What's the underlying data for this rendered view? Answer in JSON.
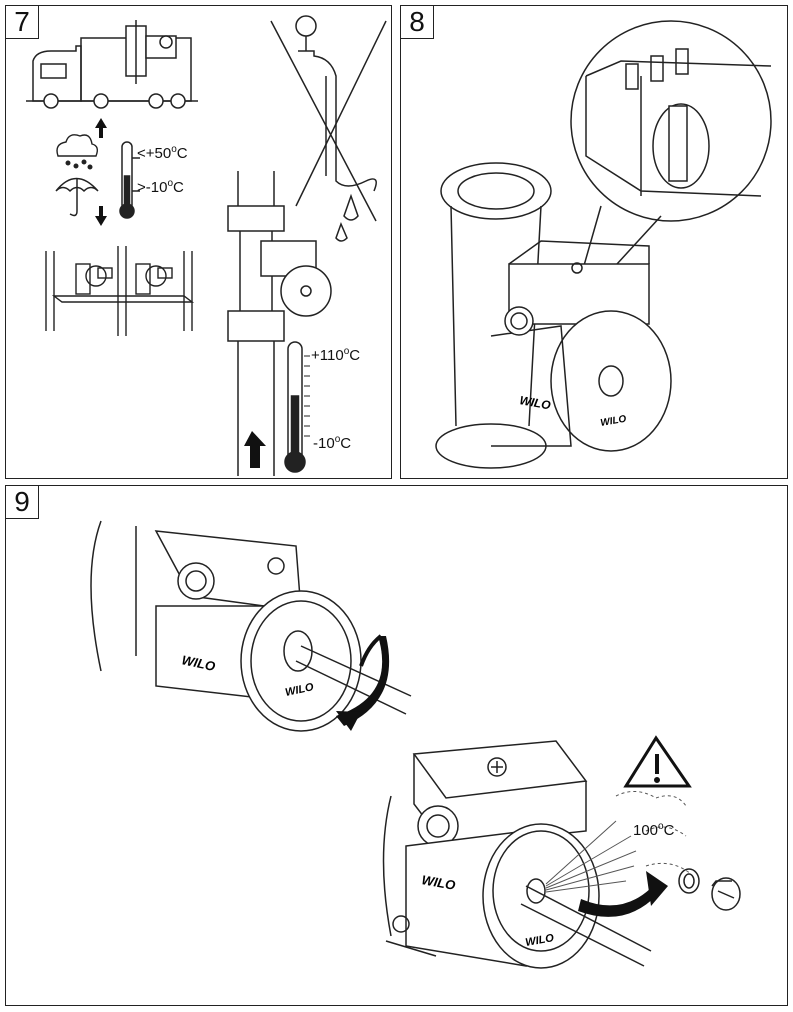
{
  "panels": [
    {
      "number": "7"
    },
    {
      "number": "8"
    },
    {
      "number": "9"
    }
  ],
  "panel7": {
    "storage_max": "<+50",
    "storage_min": ">-10",
    "fluid_max": "+110",
    "fluid_min": "-10",
    "degree_unit": "C",
    "degree_symbol": "o"
  },
  "panel9": {
    "hot_water_temp": "100",
    "degree_unit": "C",
    "degree_symbol": "o"
  },
  "brand": "WILO"
}
